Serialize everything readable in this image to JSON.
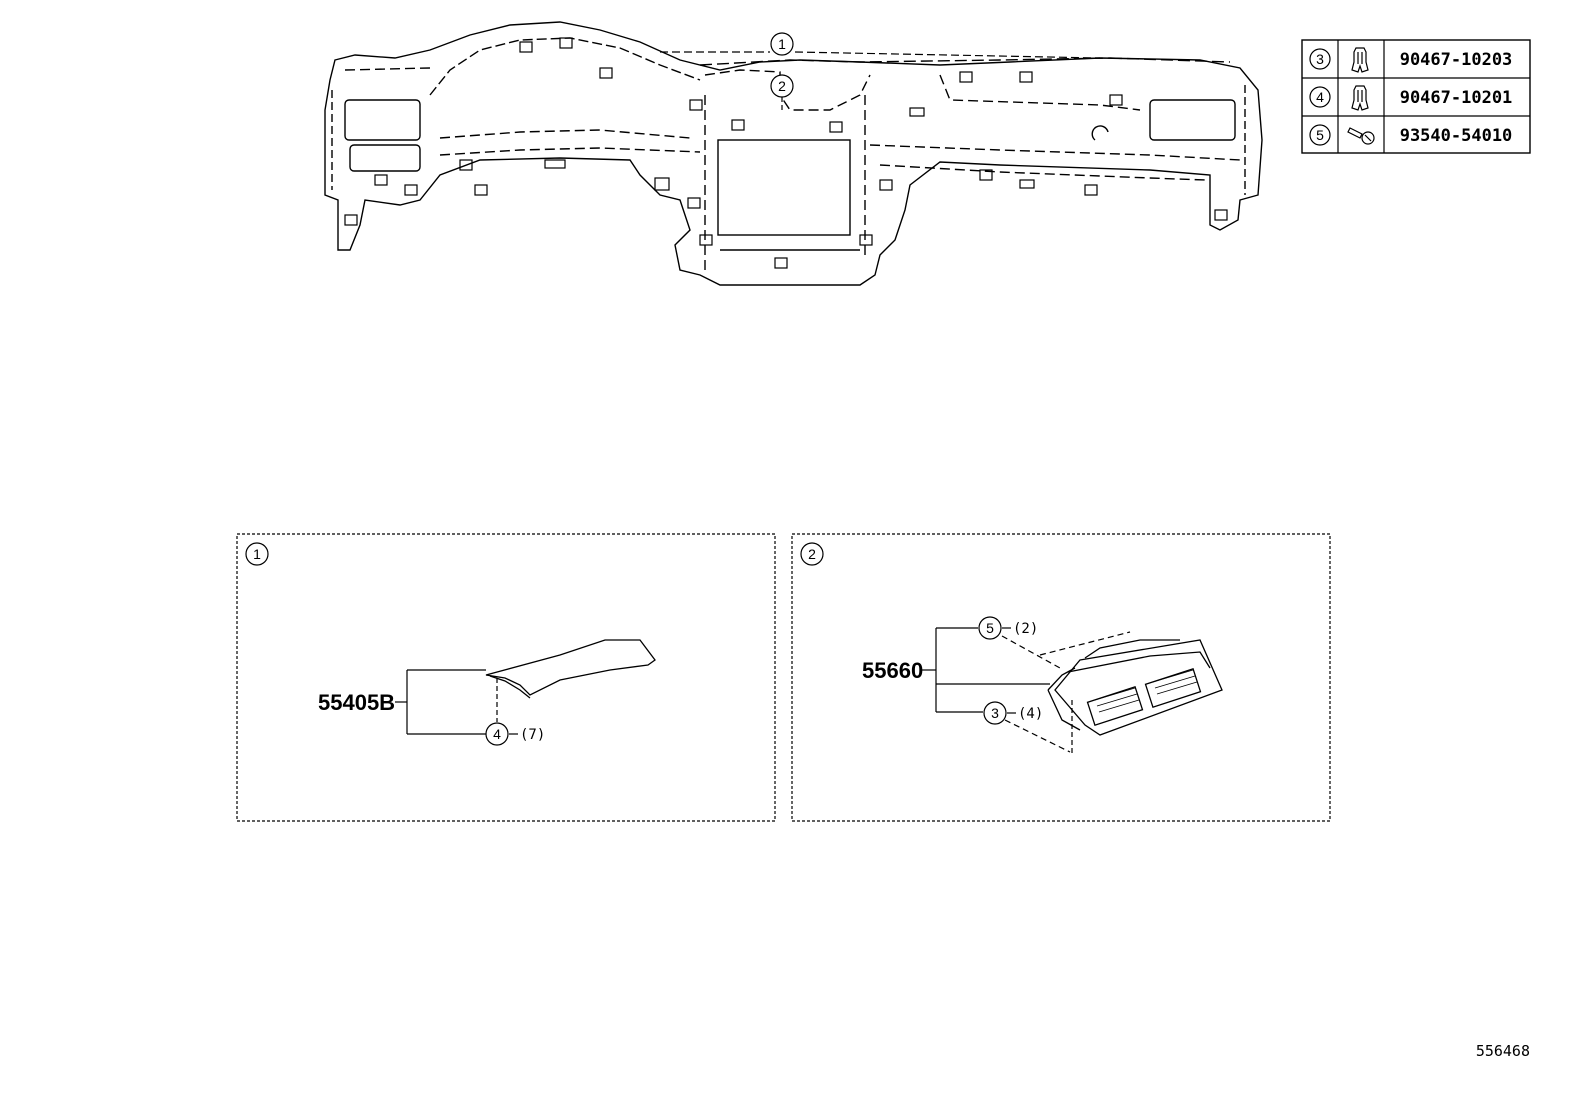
{
  "overview": {
    "callouts": [
      "1",
      "2"
    ]
  },
  "parts_table": [
    {
      "ref": "3",
      "icon": "clip-icon",
      "part_no": "90467-10203"
    },
    {
      "ref": "4",
      "icon": "clip-icon",
      "part_no": "90467-10201"
    },
    {
      "ref": "5",
      "icon": "screw-icon",
      "part_no": "93540-54010"
    }
  ],
  "detail_1": {
    "callout": "1",
    "part_no": "55405B",
    "fastener_ref": "4",
    "fastener_qty": "(7)"
  },
  "detail_2": {
    "callout": "2",
    "part_no": "55660",
    "fastener_a_ref": "5",
    "fastener_a_qty": "(2)",
    "fastener_b_ref": "3",
    "fastener_b_qty": "(4)"
  },
  "diagram_id": "556468"
}
